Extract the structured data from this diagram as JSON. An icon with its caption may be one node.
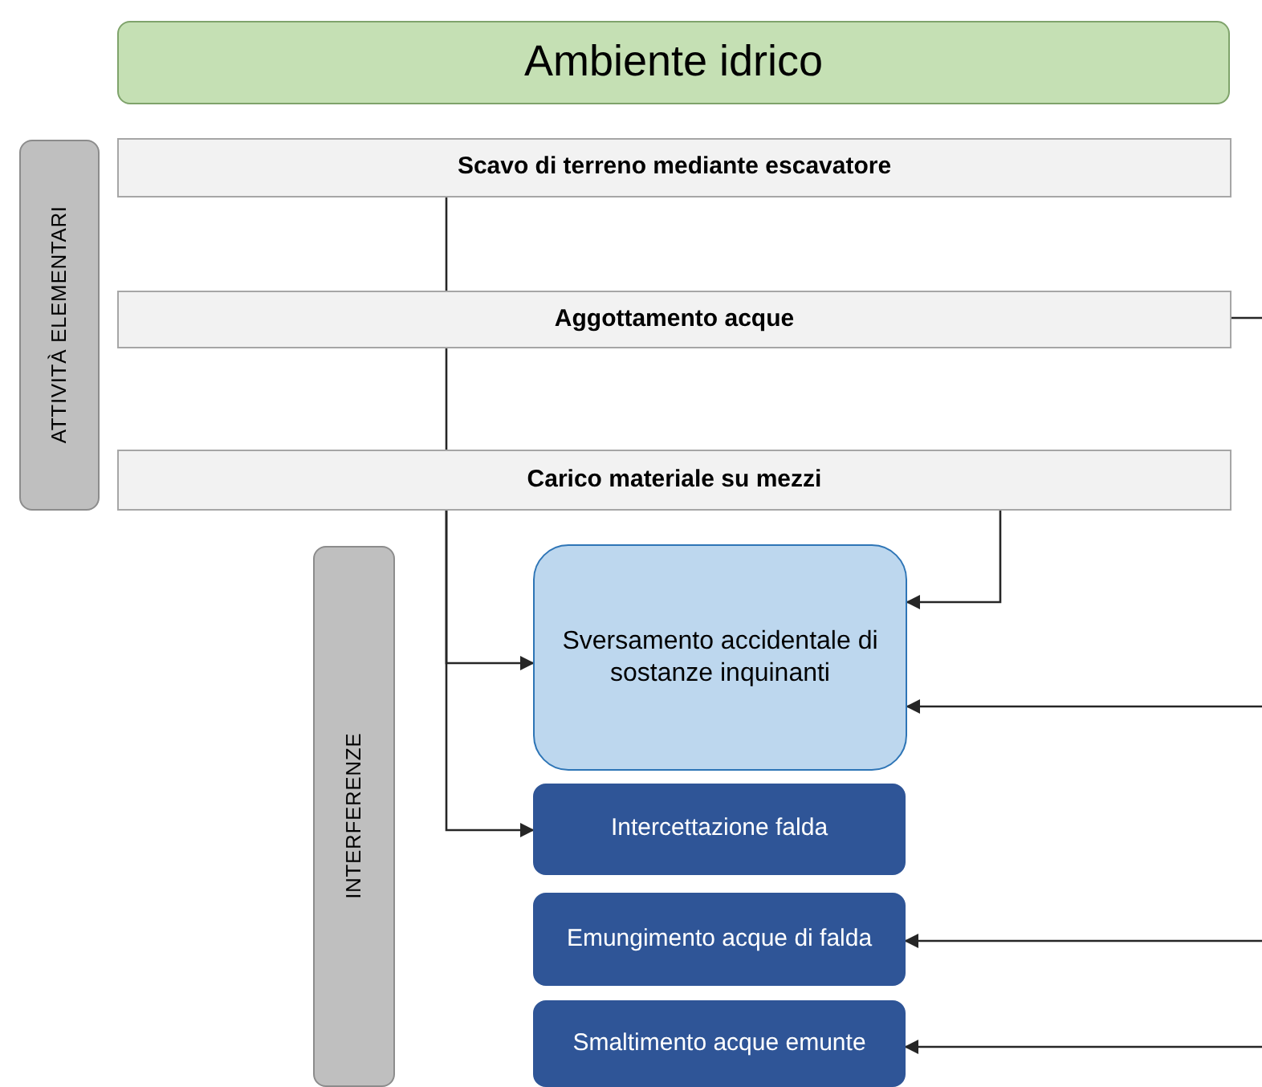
{
  "diagram": {
    "nodes": [
      {
        "text": [
          "Ambiente idrico"
        ]
      },
      {
        "text": [
          "ATTIVITÀ ELEMENTARI"
        ]
      },
      {
        "text": [
          "Scavo di terreno mediante escavatore"
        ]
      },
      {
        "text": [
          "Aggottamento acque"
        ]
      },
      {
        "text": [
          "Carico materiale su mezzi"
        ]
      },
      {
        "text": [
          "INTERFERENZE"
        ]
      },
      {
        "text": [
          "Sversamento accidentale di sostanze inquinanti"
        ]
      },
      {
        "text": [
          "Intercettazione falda"
        ]
      },
      {
        "text": [
          "Emungimento acque di falda"
        ]
      },
      {
        "text": [
          "Smaltimento acque emunte"
        ]
      }
    ],
    "edges": [
      {
        "from": 2,
        "to": 3,
        "arrow": "none"
      },
      {
        "from": 3,
        "to": 4,
        "arrow": "none"
      },
      {
        "from": 4,
        "to": 6,
        "arrow": "to"
      },
      {
        "from": 4,
        "to": 7,
        "arrow": "to"
      },
      {
        "from": 4,
        "to": 6,
        "arrow": "to"
      },
      {
        "from": 3,
        "to": null,
        "arrow": "none"
      },
      {
        "from": null,
        "to": 6,
        "arrow": "to"
      },
      {
        "from": null,
        "to": 8,
        "arrow": "to"
      },
      {
        "from": null,
        "to": 9,
        "arrow": "to"
      }
    ]
  }
}
